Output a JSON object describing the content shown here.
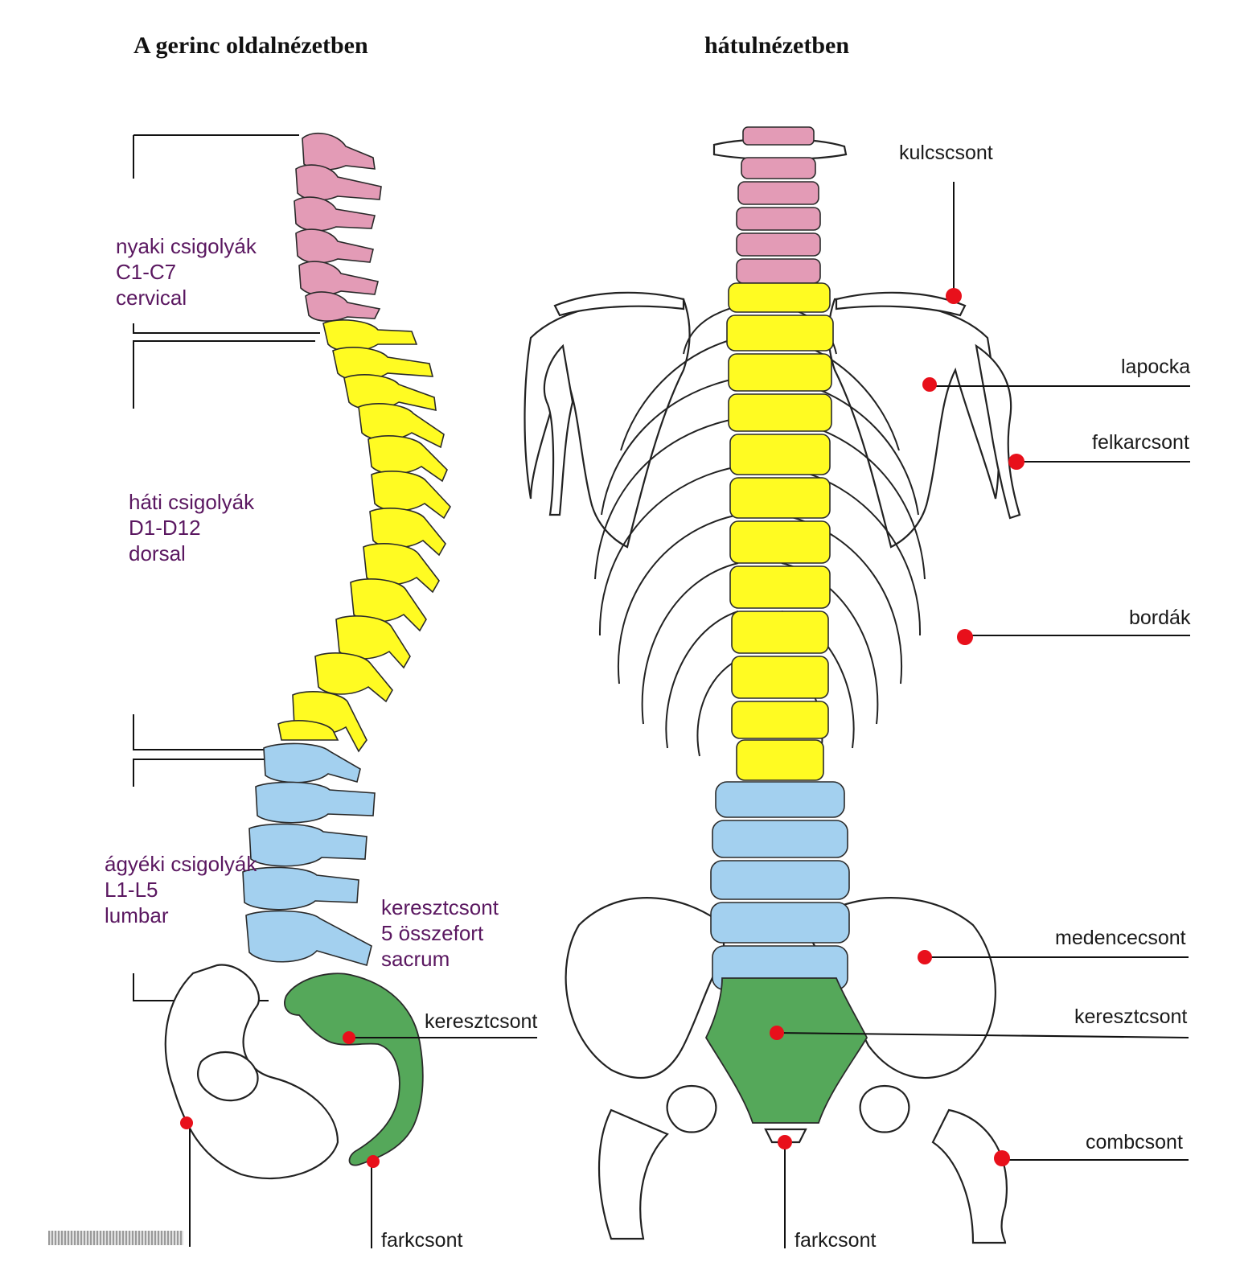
{
  "titles": {
    "left": "A gerinc oldalnézetben",
    "right": "hátulnézetben"
  },
  "left_labels": {
    "cervical": [
      "nyaki csigolyák",
      "C1-C7",
      "cervical"
    ],
    "dorsal": [
      "háti csigolyák",
      "D1-D12",
      "dorsal"
    ],
    "lumbar": [
      "ágyéki csigolyák",
      "L1-L5",
      "lumbar"
    ],
    "sacrum": [
      "keresztcsont",
      "5 összefort",
      "sacrum"
    ],
    "keresztcsont": "keresztcsont",
    "farkcsont": "farkcsont",
    "medencecsont_faded": "medencecsont"
  },
  "right_labels": {
    "kulcscsont": "kulcscsont",
    "lapocka": "lapocka",
    "felkarcsont": "felkarcsont",
    "bordak": "bordák",
    "medencecsont": "medencecsont",
    "keresztcsont": "keresztcsont",
    "combcsont": "combcsont",
    "farkcsont": "farkcsont"
  },
  "colors": {
    "cervical": "#e39bb6",
    "dorsal": "#fffb22",
    "lumbar": "#a3d0ef",
    "sacrum": "#55a85a",
    "marker": "#e8101b",
    "label_text": "#5a1760"
  }
}
